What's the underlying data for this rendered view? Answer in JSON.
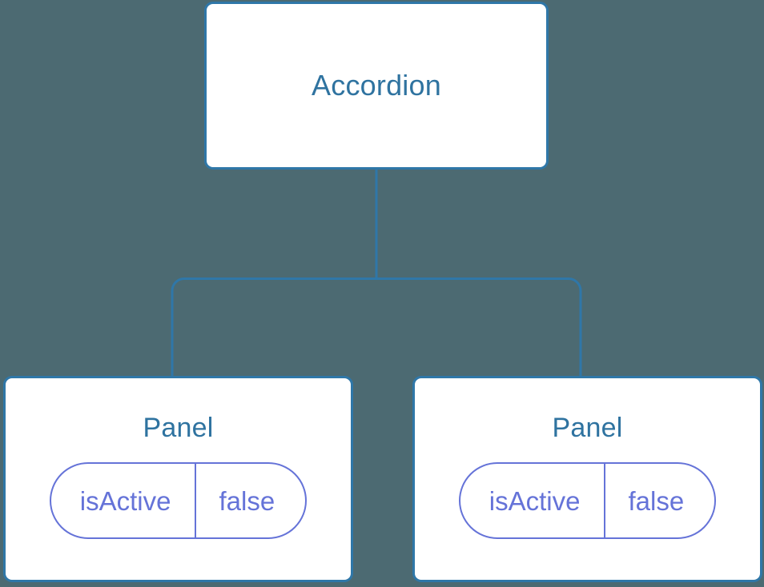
{
  "diagram": {
    "background_color": "#4c6a72",
    "node_border_color": "#2f77a8",
    "node_fill_color": "#ffffff",
    "node_text_color": "#2f73a0",
    "edge_color": "#2f77a8",
    "prop_color": "#6573d8",
    "root": {
      "label": "Accordion"
    },
    "children": [
      {
        "label": "Panel",
        "props": [
          {
            "key": "isActive",
            "value": "false"
          }
        ]
      },
      {
        "label": "Panel",
        "props": [
          {
            "key": "isActive",
            "value": "false"
          }
        ]
      }
    ]
  }
}
